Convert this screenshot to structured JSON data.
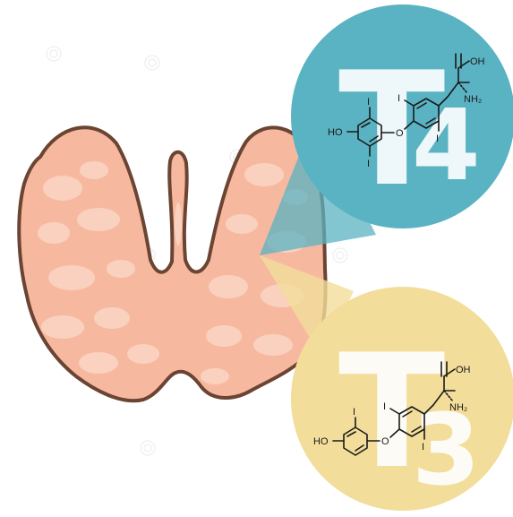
{
  "colors": {
    "gland_fill": "#f6b9a0",
    "gland_outline": "#6b4433",
    "gland_highlight": "#fbd6c4",
    "t4_bubble": "#5ab3c2",
    "t3_bubble": "#f3dd9a",
    "letters": "#ffffff"
  },
  "t4": {
    "letter": "T",
    "sub": "4",
    "labels": {
      "acid": "OH",
      "amine": "NH₂",
      "hydroxyl": "HO",
      "ether": "O",
      "iodine": "I"
    }
  },
  "t3": {
    "letter": "T",
    "sub": "3",
    "labels": {
      "acid": "OH",
      "amine": "NH₂",
      "hydroxyl": "HO",
      "ether": "O",
      "iodine": "I"
    }
  }
}
